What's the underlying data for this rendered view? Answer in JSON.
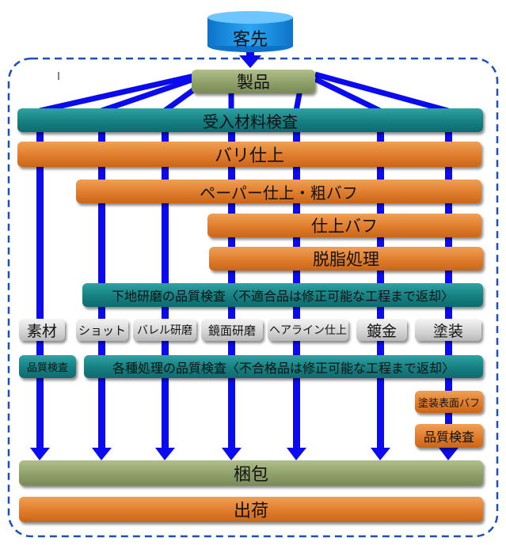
{
  "nodes": {
    "customer": "客先",
    "product": "製品",
    "incoming_inspection": "受入材料検査",
    "deburring": "バリ仕上",
    "paper_finish": "ペーパー仕上・粗バフ",
    "finish_buff": "仕上バフ",
    "degreasing": "脱脂処理",
    "base_polish_inspection": "下地研磨の品質検査〈不適合品は修正可能な工程まで返却〉",
    "material": "素材",
    "shot": "ショット",
    "barrel": "バレル研磨",
    "mirror": "鏡面研磨",
    "hairline": "ヘアライン仕上",
    "plating": "鍍金",
    "painting": "塗装",
    "quality_inspection_left": "品質検査",
    "treatment_inspection": "各種処理の品質検査〈不合格品は修正可能な工程まで返却〉",
    "paint_surface_buff": "塗装表面バフ",
    "quality_inspection_right": "品質検査",
    "packing": "梱包",
    "shipping": "出荷"
  },
  "colors": {
    "flow_arrow": "#0b0bf0",
    "boundary": "#1e4fb5",
    "cylinder": "#1a8fe3",
    "teal": "#167f82",
    "orange": "#e07d2c",
    "olive": "#8fa06a",
    "grey": "#d4d4d4"
  }
}
